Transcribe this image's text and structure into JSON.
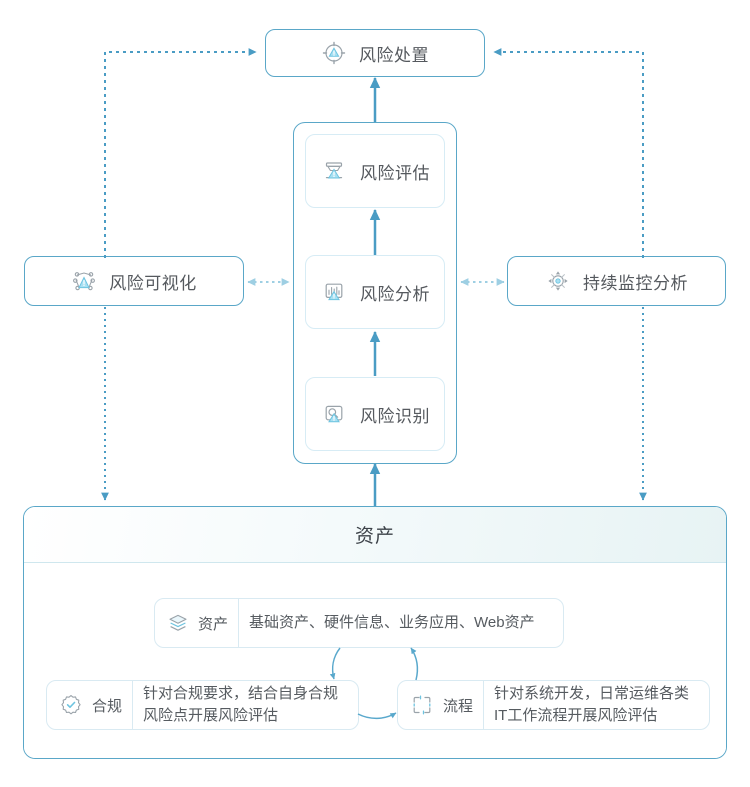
{
  "diagram": {
    "title_top": "风险处置",
    "nodes": {
      "disposal": {
        "label": "风险处置",
        "icon": "crosshair-warning-icon"
      },
      "visualization": {
        "label": "风险可视化",
        "icon": "network-graph-warning-icon"
      },
      "monitoring": {
        "label": "持续监控分析",
        "icon": "radar-target-icon"
      },
      "assessment": {
        "label": "风险评估",
        "icon": "scale-warning-icon"
      },
      "analysis": {
        "label": "风险分析",
        "icon": "chart-monitor-warning-icon"
      },
      "identification": {
        "label": "风险识别",
        "icon": "magnifier-warning-icon"
      }
    },
    "asset_panel": {
      "title": "资产",
      "cards": [
        {
          "key": "资产",
          "icon": "layers-icon",
          "lines": [
            "基础资产、硬件信息、业务应用、Web资产"
          ]
        },
        {
          "key": "合规",
          "icon": "badge-check-icon",
          "lines": [
            "针对合规要求，结合自身合规",
            "风险点开展风险评估"
          ]
        },
        {
          "key": "流程",
          "icon": "process-loop-icon",
          "lines": [
            "针对系统开发，日常运维各类",
            "IT工作流程开展风险评估"
          ]
        }
      ]
    },
    "colors": {
      "accent": "#4a9cc4",
      "stroke": "#5aa7c8",
      "soft_stroke": "#d7ecf5",
      "arrow": "#4a9cc4",
      "dotted_light": "#9ecfe3",
      "text": "#55595e",
      "icon_fill": "#8cd3ea"
    }
  }
}
